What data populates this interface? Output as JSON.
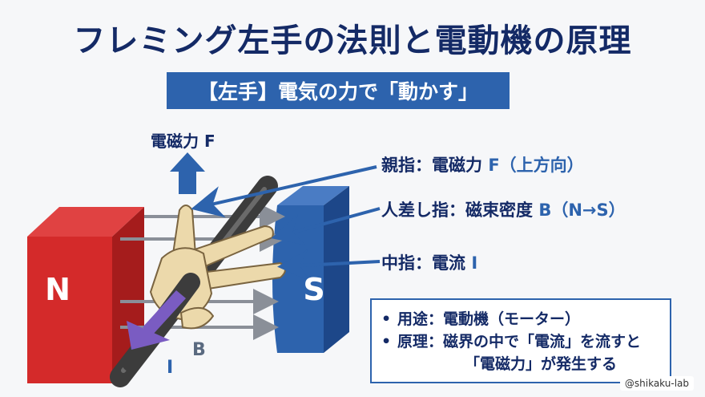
{
  "title": "フレミング左手の法則と電動機の原理",
  "subtitle": "【左手】電気の力で「動かす」",
  "diagram": {
    "force_label": "電磁力 F",
    "magnet_n": "N",
    "magnet_s": "S",
    "field_label": "B",
    "current_label": "I"
  },
  "callouts": {
    "thumb": {
      "text": "親指：電磁力 ",
      "accent": "F（上方向）"
    },
    "index": {
      "text": "人差し指：磁束密度 ",
      "accent": "B（N→S）"
    },
    "middle": {
      "text": "中指：電流 ",
      "accent": "I"
    }
  },
  "info": {
    "bullet": "•",
    "use": "用途：電動機（モーター）",
    "principle_line1": "原理：磁界の中で「電流」を流すと",
    "principle_line2": "「電磁力」が発生する"
  },
  "credit": "@shikaku-lab",
  "colors": {
    "navy": "#142a66",
    "blue": "#2d63ad",
    "red": "#d42a2a",
    "purple": "#7a5cc2"
  }
}
